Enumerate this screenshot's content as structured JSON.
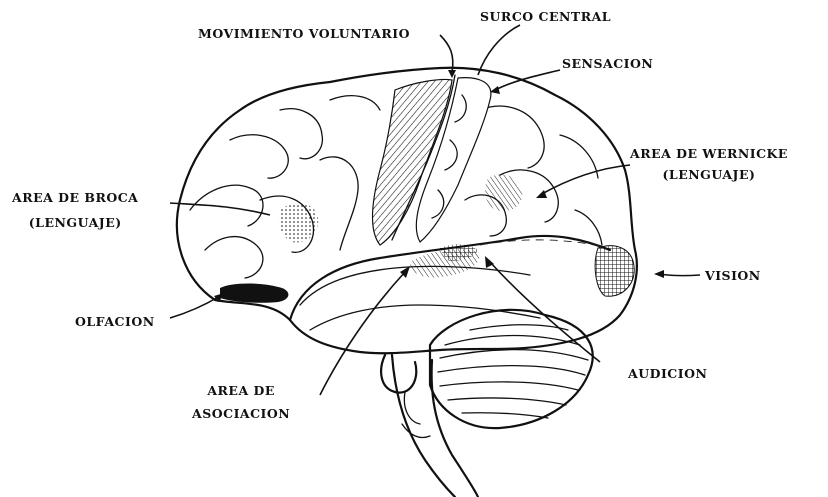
{
  "labels": {
    "movimiento": "MOVIMIENTO  VOLUNTARIO",
    "surco": "SURCO  CENTRAL",
    "sensacion": "SENSACION",
    "wernicke_1": "AREA  DE  WERNICKE",
    "wernicke_2": "(LENGUAJE)",
    "broca_1": "AREA  DE  BROCA",
    "broca_2": "(LENGUAJE)",
    "vision": "VISION",
    "olfacion": "OLFACION",
    "audicion": "AUDICION",
    "asociacion_1": "AREA  DE",
    "asociacion_2": "ASOCIACION"
  },
  "icons": [
    "brain-lateral-diagram"
  ]
}
